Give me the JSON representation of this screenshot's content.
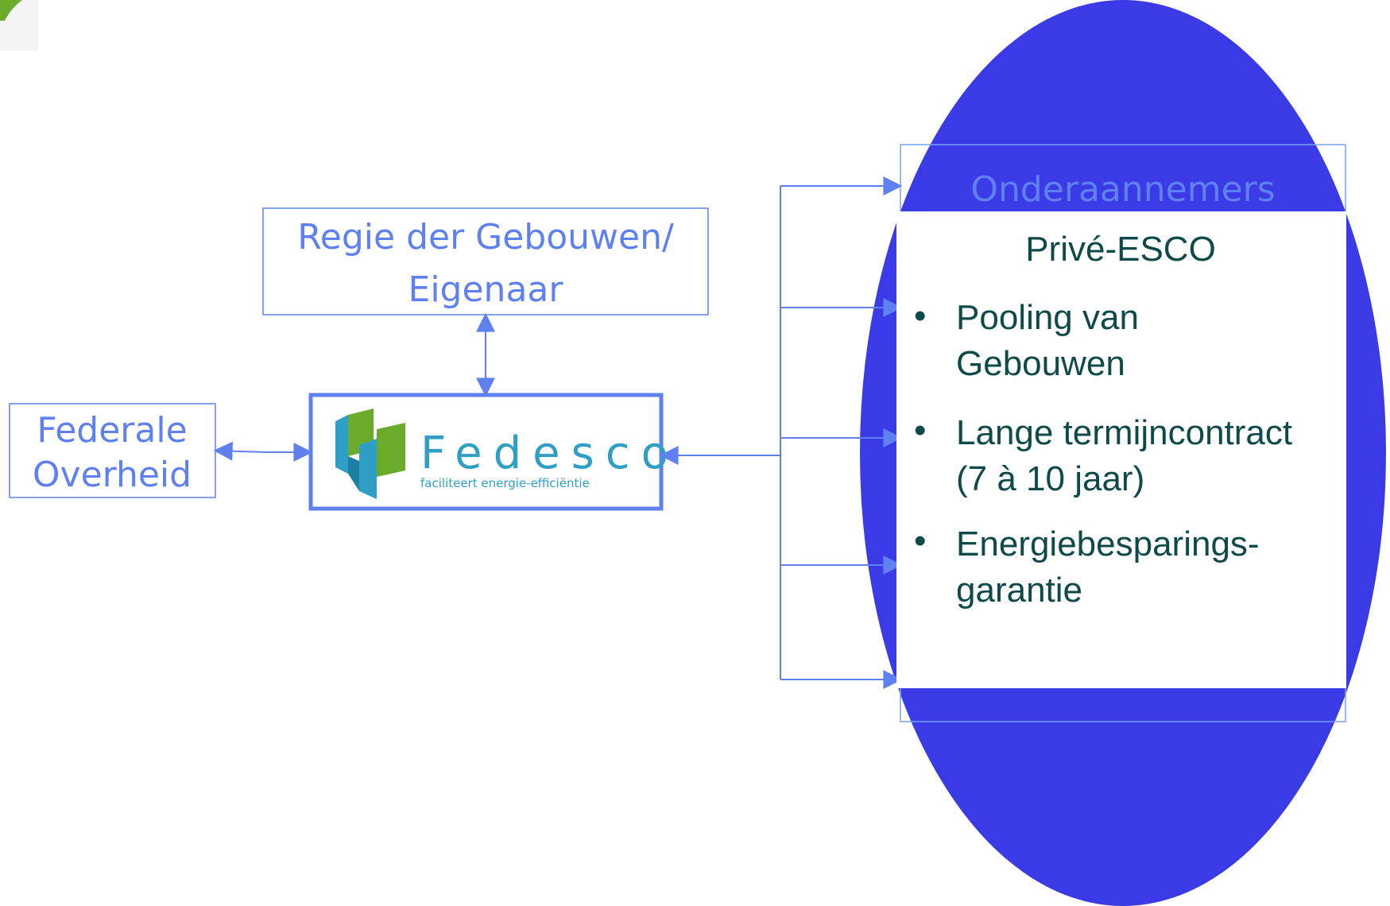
{
  "colors": {
    "line": "#5f80f0",
    "box_text": "#5f80f0",
    "ellipse_fill": "#3a3ae6",
    "esco_text": "#0f4a4a",
    "logo_green": "#6aab2b",
    "logo_blue": "#2f9fc6"
  },
  "nodes": {
    "regie": {
      "line1": "Regie der Gebouwen/",
      "line2": "Eigenaar"
    },
    "federale": {
      "line1": "Federale",
      "line2": "Overheid"
    },
    "fedesco": {
      "name": "Fedesco",
      "tagline": "faciliteert energie-efficiëntie",
      "logo_icon": "fedesco-logo-icon"
    },
    "onderaannemers": {
      "label": "Onderaannemers"
    },
    "esco": {
      "title": "Privé-ESCO",
      "bullets": [
        {
          "line1": "Pooling van",
          "line2": "Gebouwen"
        },
        {
          "line1": "Lange termijncontract",
          "line2": "(7 à 10 jaar)"
        },
        {
          "line1": "Energiebesparings-",
          "line2": "garantie"
        }
      ]
    }
  }
}
